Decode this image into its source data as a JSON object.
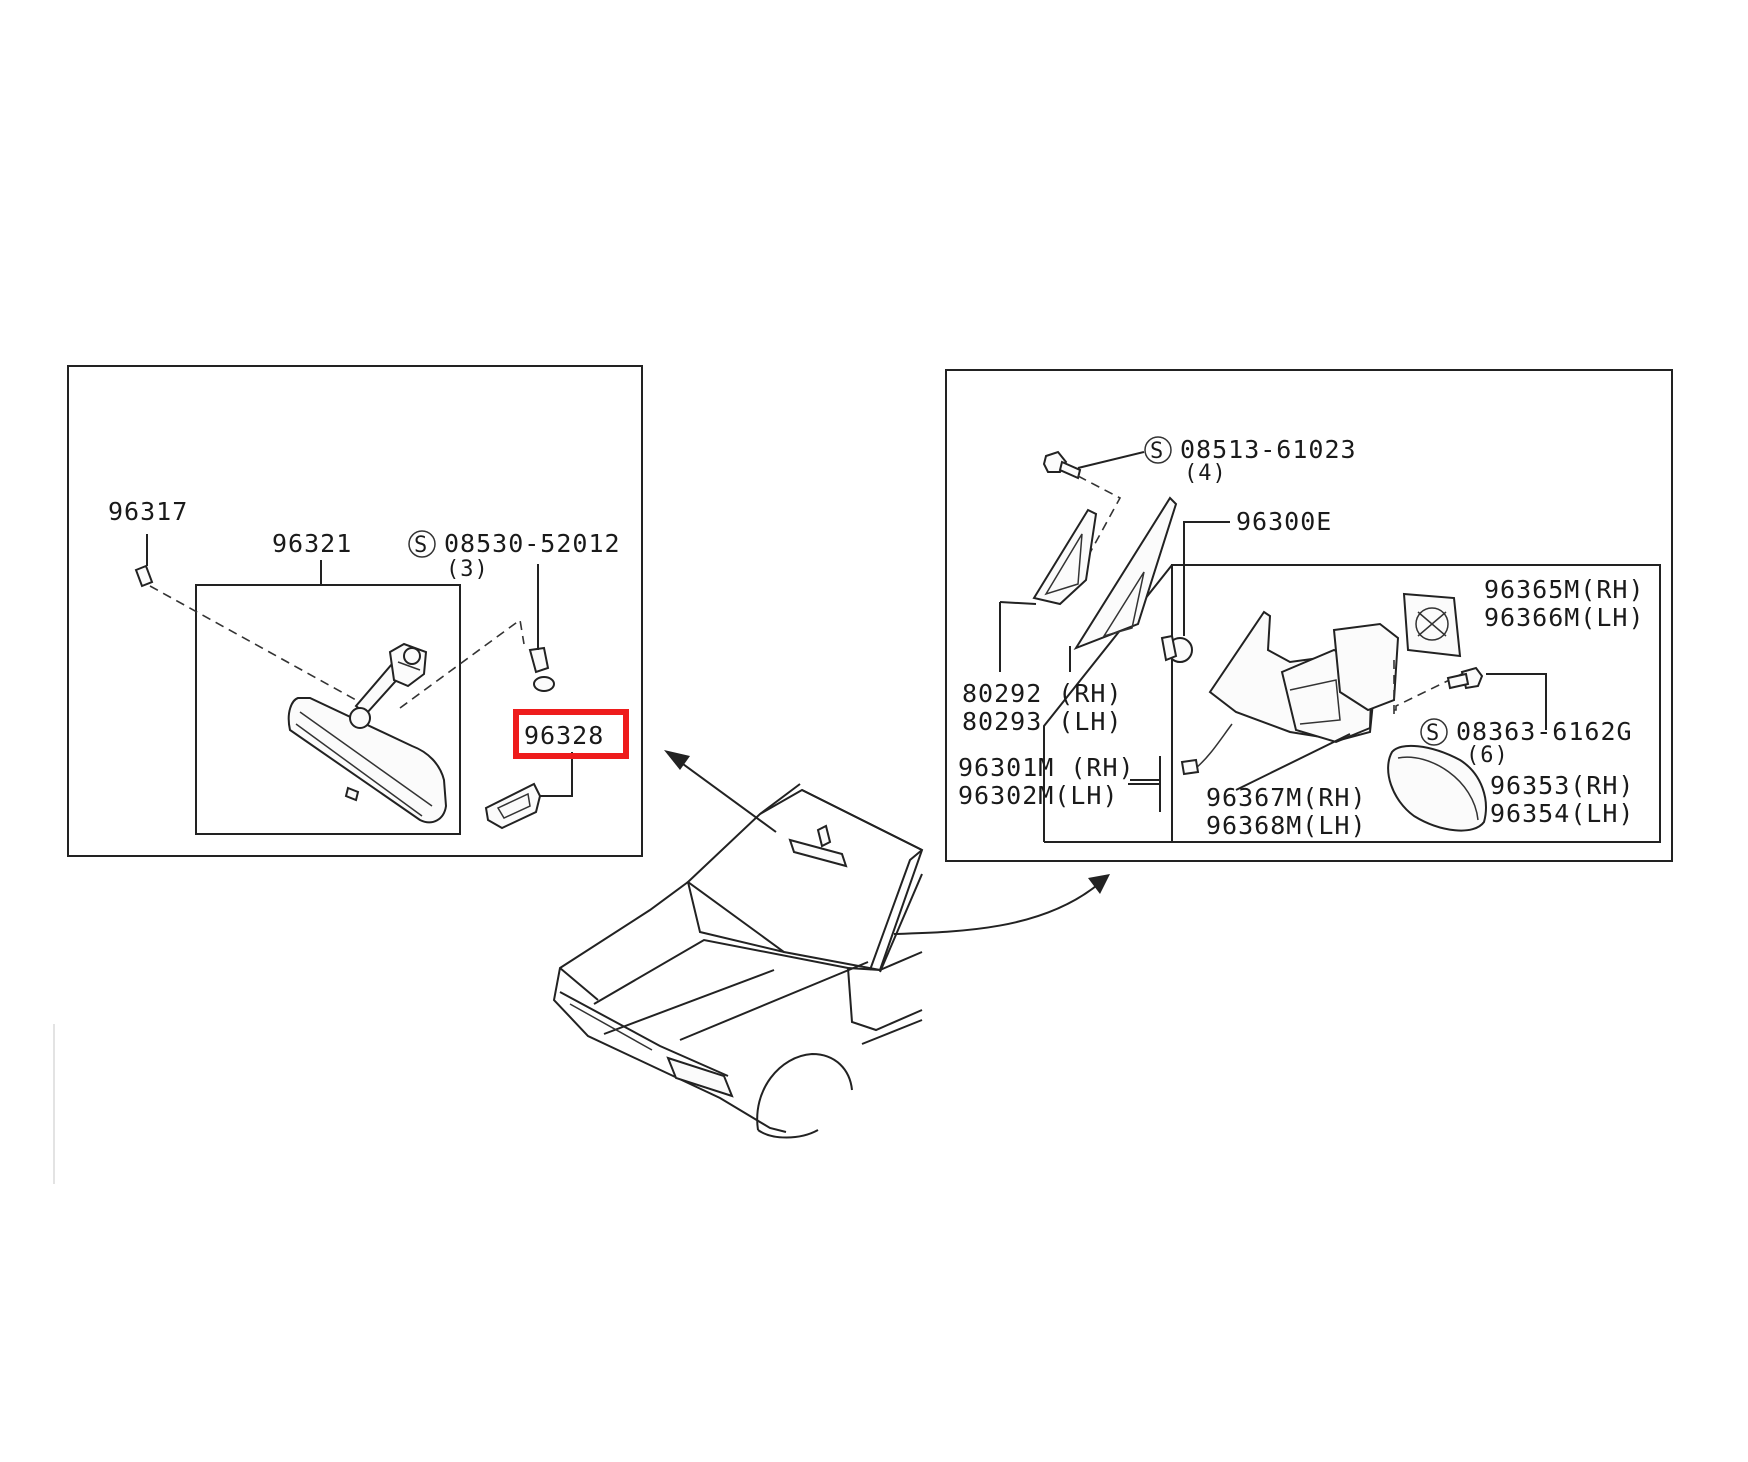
{
  "left_panel": {
    "labels": {
      "p96317": "96317",
      "p96321": "96321",
      "screw_symbol": "S",
      "screw_part": "08530-52012",
      "screw_qty": "(3)",
      "p96328": "96328"
    },
    "highlight_color": "#ee1c1c"
  },
  "right_panel": {
    "labels": {
      "bolt_symbol": "S",
      "bolt_part": "08513-61023",
      "bolt_qty": "(4)",
      "p96300e": "96300E",
      "p96365m": "96365M(RH)",
      "p96366m": "96366M(LH)",
      "p80292": "80292 (RH)",
      "p80293": "80293 (LH)",
      "screw_symbol": "S",
      "screw_part": "08363-6162G",
      "screw_qty": "(6)",
      "p96301m": "96301M (RH)",
      "p96302m": "96302M(LH)",
      "p96367m": "96367M(RH)",
      "p96368m": "96368M(LH)",
      "p96353": "96353(RH)",
      "p96354": "96354(LH)"
    }
  }
}
